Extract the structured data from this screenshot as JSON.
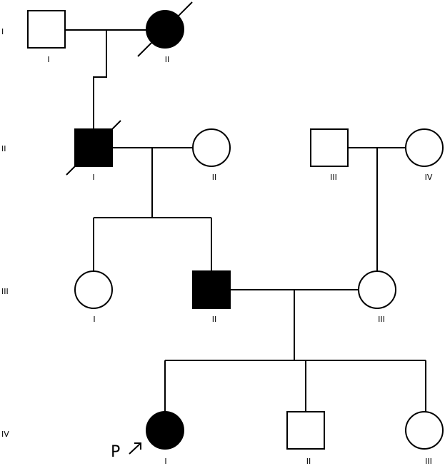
{
  "colors": {
    "line": "#000000",
    "affected": "#000000",
    "unaffected": "#ffffff"
  },
  "generations": [
    {
      "label": "I"
    },
    {
      "label": "II"
    },
    {
      "label": "III"
    },
    {
      "label": "IV"
    }
  ],
  "individuals": [
    {
      "id": "I-1",
      "label": "I",
      "sex": "male",
      "affected": false,
      "deceased": false
    },
    {
      "id": "I-2",
      "label": "II",
      "sex": "female",
      "affected": true,
      "deceased": true
    },
    {
      "id": "II-1",
      "label": "I",
      "sex": "male",
      "affected": true,
      "deceased": true
    },
    {
      "id": "II-2",
      "label": "II",
      "sex": "female",
      "affected": false,
      "deceased": false
    },
    {
      "id": "II-3",
      "label": "III",
      "sex": "male",
      "affected": false,
      "deceased": false
    },
    {
      "id": "II-4",
      "label": "IV",
      "sex": "female",
      "affected": false,
      "deceased": false
    },
    {
      "id": "III-1",
      "label": "I",
      "sex": "female",
      "affected": false,
      "deceased": false
    },
    {
      "id": "III-2",
      "label": "II",
      "sex": "male",
      "affected": true,
      "deceased": false
    },
    {
      "id": "III-3",
      "label": "III",
      "sex": "female",
      "affected": false,
      "deceased": false
    },
    {
      "id": "IV-1",
      "label": "I",
      "sex": "female",
      "affected": true,
      "deceased": false,
      "proband": true
    },
    {
      "id": "IV-2",
      "label": "II",
      "sex": "male",
      "affected": false,
      "deceased": false
    },
    {
      "id": "IV-3",
      "label": "III",
      "sex": "female",
      "affected": false,
      "deceased": false
    }
  ],
  "proband": {
    "marker": "P",
    "arrow_icon": "proband-arrow-icon"
  }
}
